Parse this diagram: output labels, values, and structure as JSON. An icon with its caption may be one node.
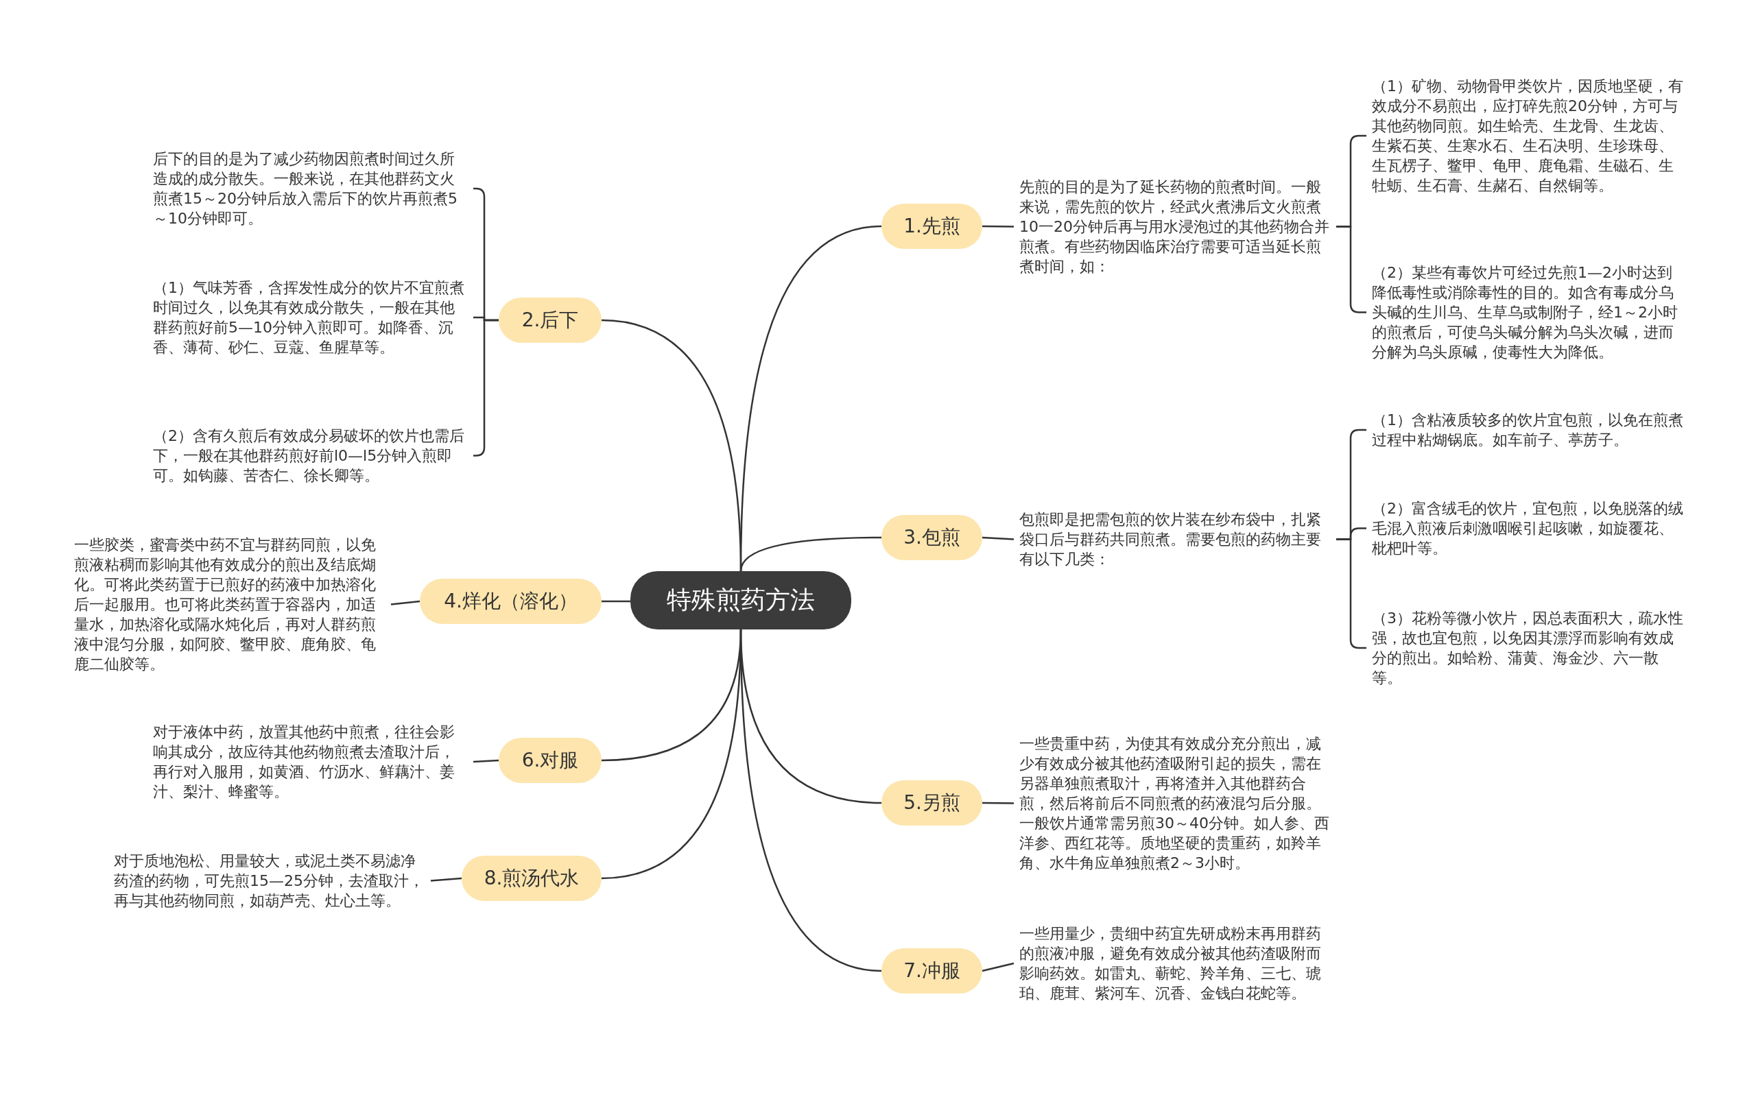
{
  "diagram": {
    "nodes": [
      {
        "text": [
          "特殊煎药方法"
        ]
      },
      {
        "text": [
          "1.先煎"
        ]
      },
      {
        "text": [
          "先煎的目的是为了延长药物的煎煮时间。一般来说，需先煎的饮片，经武火煮沸后文火煎煮10一20分钟后再与用水浸泡过的其他药物合并煎煮。有些药物因临床治疗需要可适当延长煎煮时间，如："
        ]
      },
      {
        "text": [
          "（1）矿物、动物骨甲类饮片，因质地坚硬，有效成分不易煎出，应打碎先煎20分钟，方可与其他药物同煎。如生蛤壳、生龙骨、生龙齿、生紫石英、生寒水石、生石决明、生珍珠母、生瓦楞子、鳖甲、龟甲、鹿龟霜、生磁石、生牡蛎、生石膏、生赭石、自然铜等。"
        ]
      },
      {
        "text": [
          "（2）某些有毒饮片可经过先煎1—2小时达到降低毒性或消除毒性的目的。如含有毒成分乌头碱的生川乌、生草乌或制附子，经1～2小时的煎煮后，可使乌头碱分解为乌头次碱，进而分解为乌头原碱，使毒性大为降低。"
        ]
      },
      {
        "text": [
          "2.后下"
        ]
      },
      {
        "text": [
          "后下的目的是为了减少药物因煎煮时间过久所造成的成分散失。一般来说，在其他群药文火煎煮15～20分钟后放入需后下的饮片再煎煮5～10分钟即可。"
        ]
      },
      {
        "text": [
          "（1）气味芳香，含挥发性成分的饮片不宜煎煮时间过久，以免其有效成分散失，一般在其他群药煎好前5—10分钟入煎即可。如降香、沉香、薄荷、砂仁、豆蔻、鱼腥草等。"
        ]
      },
      {
        "text": [
          "（2）含有久煎后有效成分易破坏的饮片也需后下，一般在其他群药煎好前l0—l5分钟入煎即可。如钩藤、苦杏仁、徐长卿等。"
        ]
      },
      {
        "text": [
          "3.包煎"
        ]
      },
      {
        "text": [
          "包煎即是把需包煎的饮片装在纱布袋中，扎紧袋口后与群药共同煎煮。需要包煎的药物主要有以下几类："
        ]
      },
      {
        "text": [
          "（1）含粘液质较多的饮片宜包煎，以免在煎煮过程中粘煳锅底。如车前子、葶苈子。"
        ]
      },
      {
        "text": [
          "（2）富含绒毛的饮片，宜包煎，以免脱落的绒毛混入煎液后刺激咽喉引起咳嗽，如旋覆花、枇杷叶等。"
        ]
      },
      {
        "text": [
          "（3）花粉等微小饮片，因总表面积大，疏水性强，故也宜包煎，以免因其漂浮而影响有效成分的煎出。如蛤粉、蒲黄、海金沙、六一散等。"
        ]
      },
      {
        "text": [
          "4.烊化（溶化）"
        ]
      },
      {
        "text": [
          "一些胶类，蜜膏类中药不宜与群药同煎，以免煎液粘稠而影响其他有效成分的煎出及结底煳化。可将此类药置于已煎好的药液中加热溶化后一起服用。也可将此类药置于容器内，加适量水，加热溶化或隔水炖化后，再对人群药煎液中混匀分服，如阿胶、鳖甲胶、鹿角胶、龟鹿二仙胶等。"
        ]
      },
      {
        "text": [
          "5.另煎"
        ]
      },
      {
        "text": [
          "一些贵重中药，为使其有效成分充分煎出，减少有效成分被其他药渣吸附引起的损失，需在另器单独煎煮取汁，再将渣并入其他群药合煎，然后将前后不同煎煮的药液混匀后分服。一般饮片通常需另煎30～40分钟。如人参、西洋参、西红花等。质地坚硬的贵重药，如羚羊角、水牛角应单独煎煮2～3小时。"
        ]
      },
      {
        "text": [
          "6.对服"
        ]
      },
      {
        "text": [
          "对于液体中药，放置其他药中煎煮，往往会影响其成分，故应待其他药物煎煮去渣取汁后，再行对入服用，如黄酒、竹沥水、鲜藕汁、姜汁、梨汁、蜂蜜等。"
        ]
      },
      {
        "text": [
          "7.冲服"
        ]
      },
      {
        "text": [
          "一些用量少，贵细中药宜先研成粉末再用群药的煎液冲服，避免有效成分被其他药渣吸附而影响药效。如雷丸、蕲蛇、羚羊角、三七、琥珀、鹿茸、紫河车、沉香、金钱白花蛇等。"
        ]
      },
      {
        "text": [
          "8.煎汤代水"
        ]
      },
      {
        "text": [
          "对于质地泡松、用量较大，或泥土类不易滤净药渣的药物，可先煎15—25分钟，去渣取汁，再与其他药物同煎，如葫芦壳、灶心土等。"
        ]
      }
    ],
    "edges": [
      {
        "from": 0,
        "to": 1,
        "arrow": "none"
      },
      {
        "from": 1,
        "to": 2,
        "arrow": "none"
      },
      {
        "from": 2,
        "to": 3,
        "arrow": "none"
      },
      {
        "from": 2,
        "to": 4,
        "arrow": "none"
      },
      {
        "from": 0,
        "to": 5,
        "arrow": "none"
      },
      {
        "from": 5,
        "to": 6,
        "arrow": "none"
      },
      {
        "from": 5,
        "to": 7,
        "arrow": "none"
      },
      {
        "from": 5,
        "to": 8,
        "arrow": "none"
      },
      {
        "from": 0,
        "to": 9,
        "arrow": "none"
      },
      {
        "from": 9,
        "to": 10,
        "arrow": "none"
      },
      {
        "from": 10,
        "to": 11,
        "arrow": "none"
      },
      {
        "from": 10,
        "to": 12,
        "arrow": "none"
      },
      {
        "from": 10,
        "to": 13,
        "arrow": "none"
      },
      {
        "from": 0,
        "to": 14,
        "arrow": "none"
      },
      {
        "from": 14,
        "to": 15,
        "arrow": "none"
      },
      {
        "from": 0,
        "to": 16,
        "arrow": "none"
      },
      {
        "from": 16,
        "to": 17,
        "arrow": "none"
      },
      {
        "from": 0,
        "to": 18,
        "arrow": "none"
      },
      {
        "from": 18,
        "to": 19,
        "arrow": "none"
      },
      {
        "from": 0,
        "to": 20,
        "arrow": "none"
      },
      {
        "from": 20,
        "to": 21,
        "arrow": "none"
      },
      {
        "from": 0,
        "to": 22,
        "arrow": "none"
      },
      {
        "from": 22,
        "to": 23,
        "arrow": "none"
      }
    ]
  }
}
